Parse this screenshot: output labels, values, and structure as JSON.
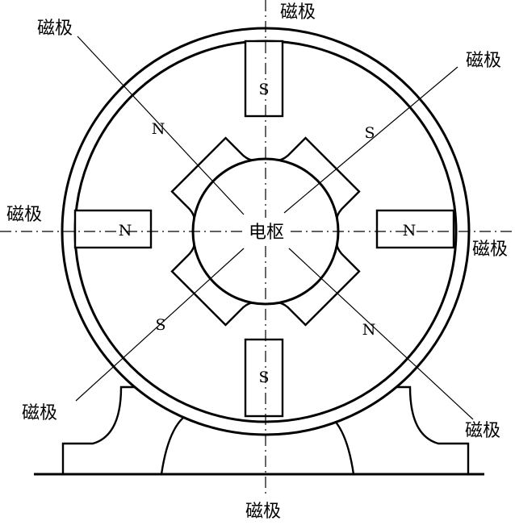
{
  "diagram": {
    "armature_label": "电枢",
    "pole_callouts": [
      "磁极",
      "磁极",
      "磁极",
      "磁极",
      "磁极",
      "磁极",
      "磁极",
      "磁极"
    ],
    "pole_polarities": [
      "S",
      "S",
      "N",
      "S",
      "N",
      "S",
      "N",
      "N"
    ]
  }
}
